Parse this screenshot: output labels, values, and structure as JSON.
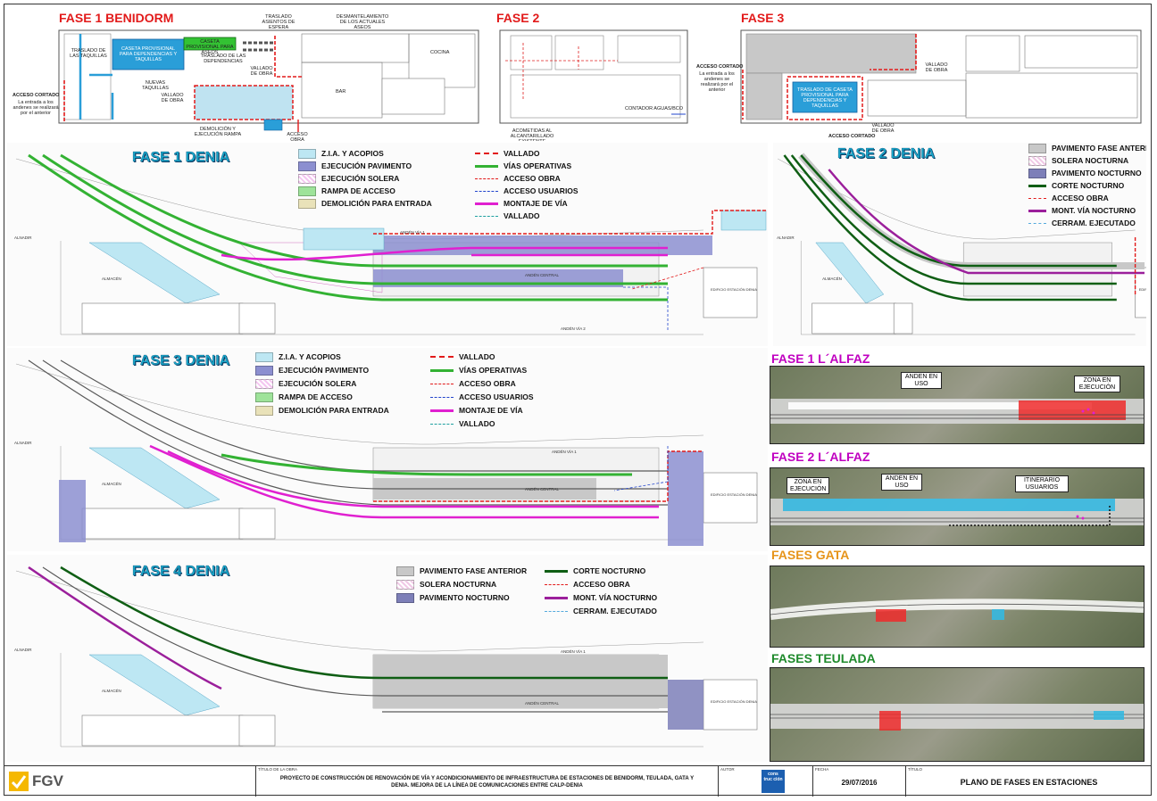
{
  "colors": {
    "zia": "#bde7f3",
    "pavimento": "#8c8fd0",
    "solera": "#f4c6f0",
    "rampa": "#9ee39a",
    "demolicion": "#e9e2b9",
    "vallado": "#e21a1a",
    "vias": "#33b233",
    "obra": "#e21a1a",
    "usuarios": "#2244cc",
    "montaje": "#e020d0",
    "vallado_teal": "#20a0a0",
    "pav_anterior": "#c8c8c8",
    "solera_noct": "#f0c9e6",
    "pav_noct": "#7d7fb8",
    "corte": "#0f5e14",
    "mont_noct": "#9b1f9b",
    "cerram": "#55aadd"
  },
  "benidorm": {
    "title": "FASE 1 BENIDORM",
    "labels": {
      "traslado_taquillas": "TRASLADO DE LAS TAQUILLAS",
      "caseta": "CASETA PROVISIONAL PARA DEPENDENCIAS Y TAQUILLAS",
      "caseta_aseos": "CASETA PROVISIONAL PARA ASEOS",
      "traslado_asientos": "TRASLADO ASIENTOS DE ESPERA",
      "desmantelamiento": "DESMANTELAMIENTO DE LOS ACTUALES ASEOS",
      "traslado_dependencias": "TRASLADO DE LAS DEPENDENCIAS",
      "cocina": "COCINA",
      "bar": "BAR",
      "nuevas_taquillas": "NUEVAS TAQUILLAS",
      "vallado_obra_1": "VALLADO DE OBRA",
      "vallado_obra_2": "VALLADO DE OBRA",
      "acceso_cortado": "ACCESO CORTADO",
      "acceso_cortado_note": "La entrada a los andenes se realizará por el anterior",
      "demolicion_rampa": "DEMOLICIÓN Y EJECUCIÓN RAMPA",
      "acceso_obra": "ACCESO OBRA"
    }
  },
  "fase2_benidorm": {
    "title": "FASE 2",
    "labels": {
      "contador": "CONTADOR AGUAS/BCO",
      "acometidas": "ACOMETIDAS AL ALCANTARILLADO EXISTENTE"
    }
  },
  "fase3_benidorm": {
    "title": "FASE 3",
    "labels": {
      "acceso_cortado": "ACCESO CORTADO",
      "acceso_cortado_note": "La entrada a los andenes se realizará por el anterior",
      "vallado_obra_1": "VALLADO DE OBRA",
      "vallado_obra_2": "VALLADO DE OBRA",
      "traslado": "TRASLADO DE CASETA PROVISIONAL PARA DEPENDENCIAS Y TAQUILLAS",
      "acceso_cortado_2": "ACCESO CORTADO"
    }
  },
  "denia1": {
    "title": "FASE 1 DENIA",
    "legend_left": [
      "Z.I.A. Y ACOPIOS",
      "EJECUCIÓN PAVIMENTO",
      "EJECUCIÓN SOLERA",
      "RAMPA DE ACCESO",
      "DEMOLICIÓN PARA ENTRADA"
    ],
    "legend_right": [
      "VALLADO",
      "VÍAS OPERATIVAS",
      "ACCESO OBRA",
      "ACCESO USUARIOS",
      "MONTAJE DE VÍA",
      "VALLADO"
    ]
  },
  "denia2": {
    "title": "FASE 2 DENIA",
    "legend": [
      "PAVIMENTO FASE ANTERIOR",
      "SOLERA NOCTURNA",
      "PAVIMENTO NOCTURNO",
      "CORTE NOCTURNO",
      "ACCESO OBRA",
      "MONT. VÍA NOCTURNO",
      "CERRAM. EJECUTADO"
    ]
  },
  "denia3": {
    "title": "FASE 3 DENIA",
    "legend_left": [
      "Z.I.A. Y ACOPIOS",
      "EJECUCIÓN PAVIMENTO",
      "EJECUCIÓN SOLERA",
      "RAMPA DE ACCESO",
      "DEMOLICIÓN PARA ENTRADA"
    ],
    "legend_right": [
      "VALLADO",
      "VÍAS OPERATIVAS",
      "ACCESO OBRA",
      "ACCESO USUARIOS",
      "MONTAJE DE VÍA",
      "VALLADO"
    ]
  },
  "denia4": {
    "title": "FASE 4 DENIA",
    "legend_left": [
      "PAVIMENTO FASE ANTERIOR",
      "SOLERA NOCTURNA",
      "PAVIMENTO NOCTURNO"
    ],
    "legend_right": [
      "CORTE NOCTURNO",
      "ACCESO OBRA",
      "MONT. VÍA NOCTURNO",
      "CERRAM. EJECUTADO"
    ]
  },
  "alfaz1": {
    "title": "FASE 1 L´ALFAZ",
    "callouts": [
      "ANDEN EN USO",
      "ZONA EN EJECUCIÓN"
    ]
  },
  "alfaz2": {
    "title": "FASE 2 L´ALFAZ",
    "callouts": [
      "ZONA EN EJECUCIÓN",
      "ANDEN EN USO",
      "ITINERARIO USUARIOS"
    ]
  },
  "gata": {
    "title": "FASES GATA"
  },
  "teulada": {
    "title": "FASES TEULADA"
  },
  "plan_labels": {
    "anden_via_1": "ANDÉN VÍA 1",
    "anden_via_2": "ANDÉN VÍA 2",
    "anden_central": "ANDÉN CENTRAL",
    "edificio": "EDIFICIO ESTACIÓN DENIA",
    "almacen": "ALMACÉN",
    "alnadir": "ALNADIR"
  },
  "footer": {
    "logo": "FGV",
    "titulo_head": "TÍTULO DE LA OBRA",
    "titulo_line1": "PROYECTO DE CONSTRUCCIÓN DE RENOVACIÓN DE VÍA Y ACONDICIONAMIENTO DE INFRAESTRUCTURA DE ESTACIONES DE BENIDORM, TEULADA, GATA Y",
    "titulo_line2": "DENIA. MEJORA DE LA LÍNEA DE COMUNICACIONES ENTRE CALP-DENIA",
    "autor_head": "AUTOR",
    "autor_logo": "cons truc ción",
    "fecha_head": "FECHA",
    "fecha": "29/07/2016",
    "titulo_plano_head": "TÍTULO",
    "titulo_plano": "PLANO DE FASES EN ESTACIONES"
  }
}
